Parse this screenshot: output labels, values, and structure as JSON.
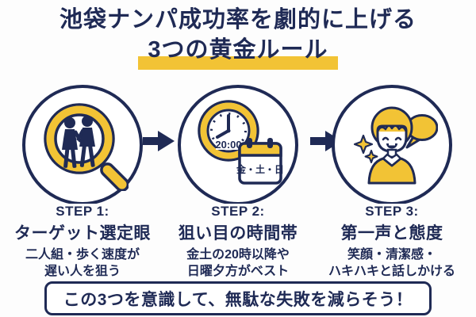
{
  "title": {
    "line1": "池袋ナンパ成功率を劇的に上げる",
    "line2": "3つの黄金ルール"
  },
  "steps": [
    {
      "label": "STEP 1:",
      "heading": "ターゲット選定眼",
      "desc_line1": "二人組・歩く速度が",
      "desc_line2": "遅い人を狙う",
      "icon": "magnifier-two-people-icon"
    },
    {
      "label": "STEP 2:",
      "heading": "狙い目の時間帯",
      "desc_line1": "金土の20時以降や",
      "desc_line2": "日曜夕方がベスト",
      "icon": "clock-calendar-icon",
      "clock_time": "20:00",
      "calendar_days": "金・土・日"
    },
    {
      "label": "STEP 3:",
      "heading": "第一声と態度",
      "desc_line1": "笑顔・清潔感・",
      "desc_line2": "ハキハキと話しかける",
      "icon": "smiling-man-speech-bubble-icon"
    }
  ],
  "arrows": [
    "right-arrow-icon",
    "right-arrow-icon"
  ],
  "banner": {
    "text": "この3つを意識して、無駄な失敗を減らそう！"
  },
  "colors": {
    "navy": "#1F2A55",
    "yellow": "#F2C335",
    "background": "#FDFDFD"
  }
}
